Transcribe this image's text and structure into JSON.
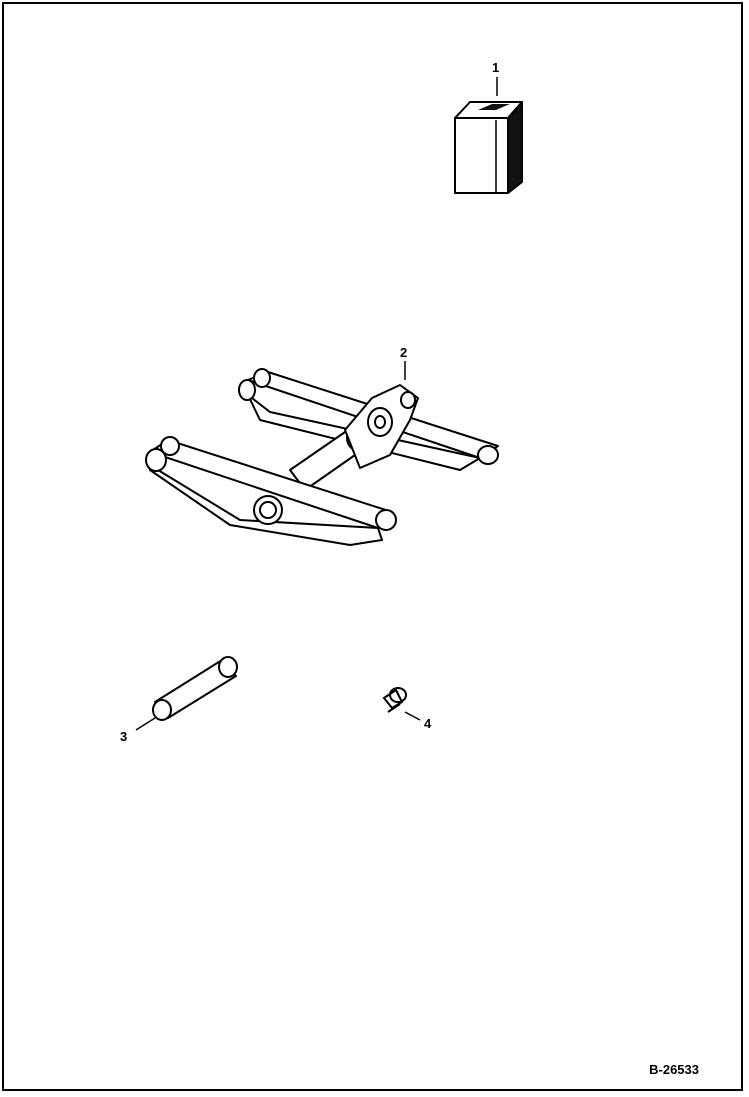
{
  "callouts": {
    "part1": "1",
    "part2": "2",
    "part3": "3",
    "part4": "4"
  },
  "figure_ref": "B-26533"
}
